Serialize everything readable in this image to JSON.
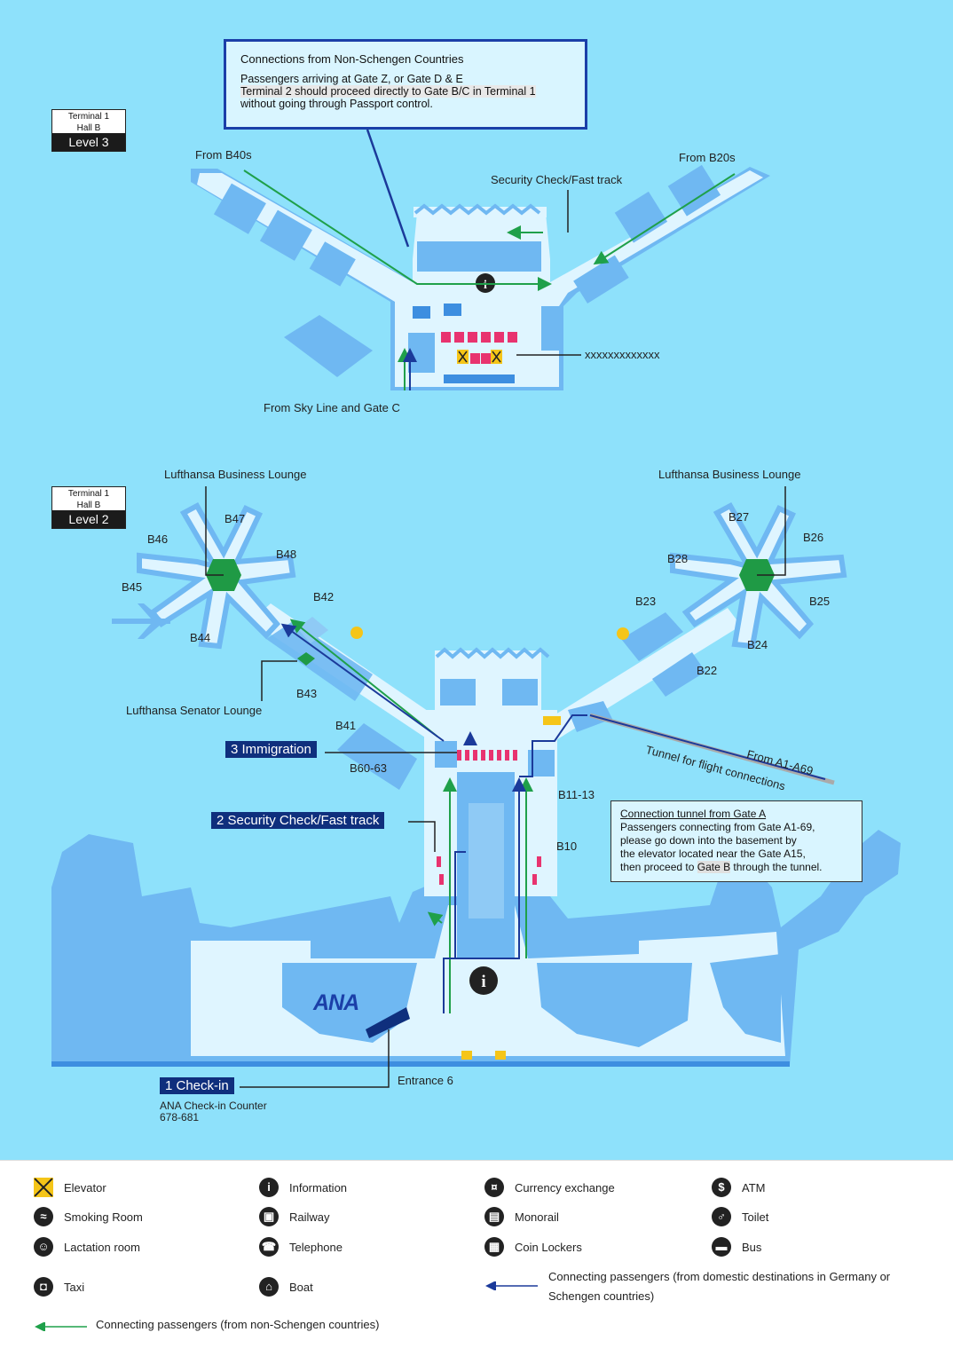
{
  "level3": {
    "badge_line1": "Terminal 1",
    "badge_line2": "Hall B",
    "badge_level": "Level 3",
    "from_b40s": "From B40s",
    "from_b20s": "From B20s",
    "security": "Security Check/Fast track",
    "from_skyline": "From Sky Line and Gate C",
    "placeholder_label": "xxxxxxxxxxxxx",
    "callout_title": "Connections from Non-Schengen Countries",
    "callout_line1": "Passengers arriving at Gate Z, or Gate D & E",
    "callout_line2": "Terminal 2 should proceed directly to Gate B/C in Terminal 1",
    "callout_line3": "without going through Passport control."
  },
  "level2": {
    "badge_line1": "Terminal 1",
    "badge_line2": "Hall B",
    "badge_level": "Level 2",
    "lounge_left": "Lufthansa Business Lounge",
    "lounge_right": "Lufthansa Business Lounge",
    "senator_lounge": "Lufthansa Senator Lounge",
    "gates": {
      "b47": "B47",
      "b46": "B46",
      "b48": "B48",
      "b45": "B45",
      "b42": "B42",
      "b44": "B44",
      "b43": "B43",
      "b41": "B41",
      "b60_63": "B60-63",
      "b27": "B27",
      "b26": "B26",
      "b28": "B28",
      "b23": "B23",
      "b25": "B25",
      "b24": "B24",
      "b22": "B22",
      "b11_13": "B11-13",
      "b10": "B10"
    },
    "step1": "1 Check-in",
    "step2": "2 Security Check/Fast track",
    "step3": "3 Immigration",
    "from_a1": "From A1-A69",
    "tunnel": "Tunnel for flight connections",
    "note_title": "Connection tunnel from Gate A",
    "note_line1": "Passengers connecting from Gate A1-69,",
    "note_line2": "please go down into the basement by",
    "note_line3": "the elevator located near the Gate A15,",
    "note_line4_a": "then proceed to ",
    "note_line4_b": "Gate B",
    "note_line4_c": " through the tunnel.",
    "entrance": "Entrance 6",
    "ana_logo": "ANA",
    "checkin_counter": "ANA Check-in Counter",
    "checkin_numbers": "678-681"
  },
  "legend": {
    "elevator": "Elevator",
    "information": "Information",
    "currency": "Currency exchange",
    "atm": "ATM",
    "smoking": "Smoking Room",
    "railway": "Railway",
    "monorail": "Monorail",
    "toilet": "Toilet",
    "lactation": "Lactation room",
    "telephone": "Telephone",
    "lockers": "Coin Lockers",
    "bus": "Bus",
    "taxi": "Taxi",
    "boat": "Boat",
    "blue_route": "Connecting passengers (from domestic destinations in Germany or Schengen countries)",
    "green_route": "Connecting passengers (from non-Schengen countries)"
  },
  "colors": {
    "water": "#8ee1fb",
    "building": "#6fb8f2",
    "floor": "#dff5ff",
    "green_route": "#1fa04a",
    "blue_route": "#1b3a9a",
    "step_badge": "#0f2f7d",
    "shop": "#e8336f",
    "elevator": "#f5c518",
    "lounge": "#1f9a45"
  }
}
